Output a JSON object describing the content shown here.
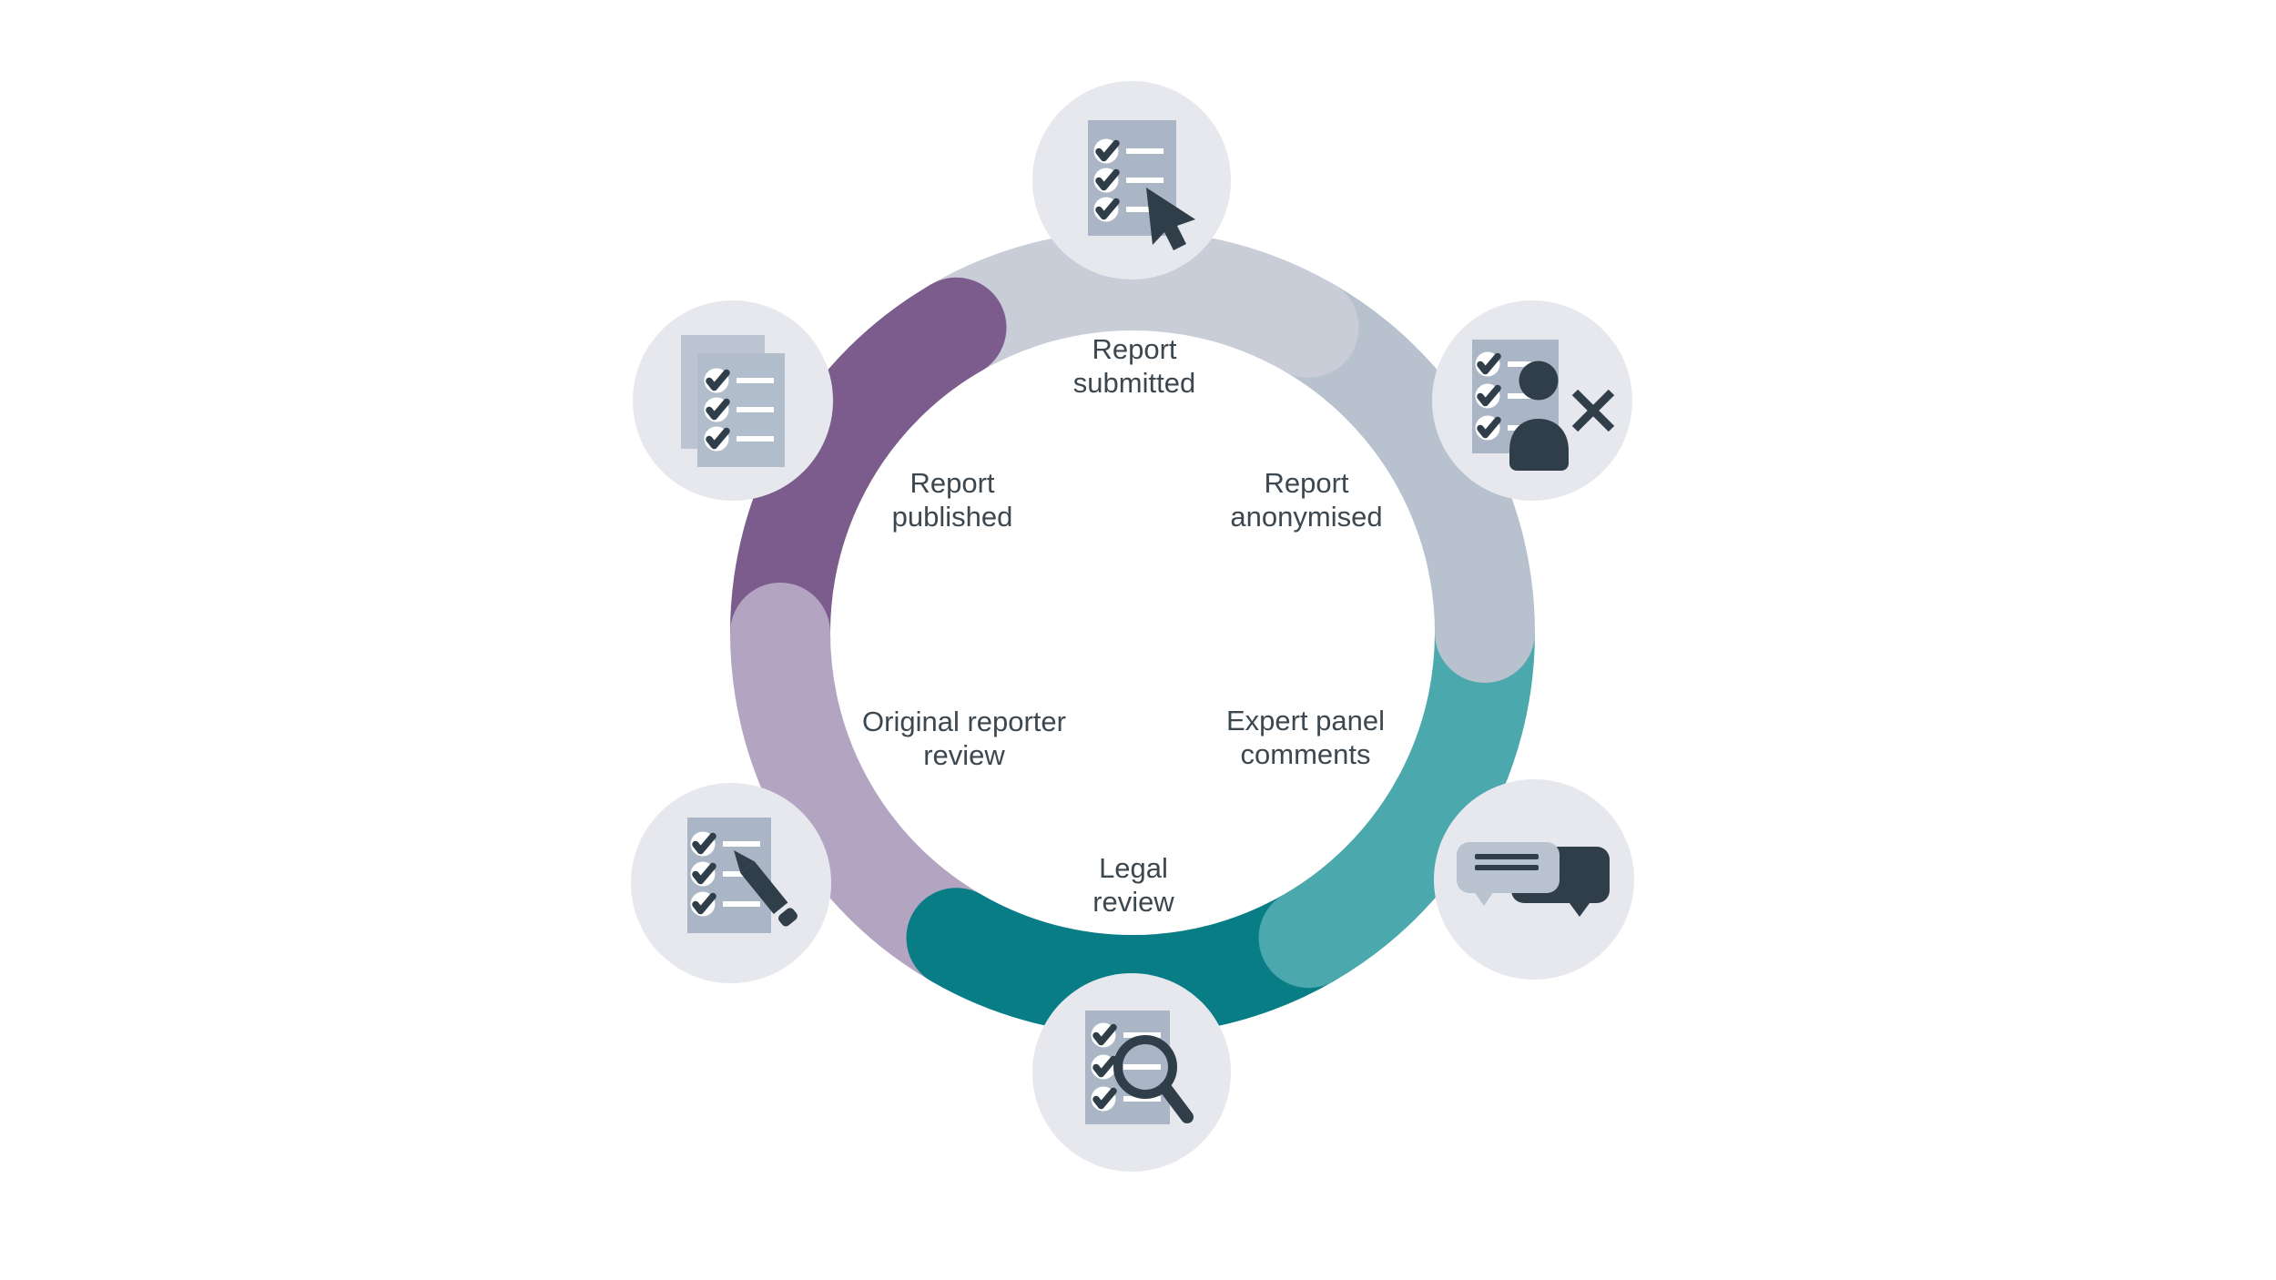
{
  "diagram": {
    "type": "cycle-diagram",
    "stages": [
      {
        "id": "report-submitted",
        "lines": [
          "Report",
          "submitted"
        ],
        "icon": "checklist-cursor-icon",
        "color": "#c9cdd8"
      },
      {
        "id": "report-anonymised",
        "lines": [
          "Report",
          "anonymised"
        ],
        "icon": "checklist-person-removed-icon",
        "color": "#b8c1ce"
      },
      {
        "id": "expert-panel-comments",
        "lines": [
          "Expert panel",
          "comments"
        ],
        "icon": "speech-bubbles-icon",
        "color": "#4ba8ac"
      },
      {
        "id": "legal-review",
        "lines": [
          "Legal",
          "review"
        ],
        "icon": "document-magnifier-icon",
        "color": "#087d86"
      },
      {
        "id": "original-reporter-review",
        "lines": [
          "Original reporter",
          "review"
        ],
        "icon": "document-pencil-icon",
        "color": "#b3a4c1"
      },
      {
        "id": "report-published",
        "lines": [
          "Report",
          "published"
        ],
        "icon": "document-copies-icon",
        "color": "#7b5c8c"
      }
    ],
    "colors": {
      "background": "#ffffff",
      "text": "#3c4750",
      "icon_circle": "#e6e8ee",
      "icon_dark": "#303e4a",
      "icon_doc": "#aab5c5",
      "icon_doc_light": "#b2bdcb",
      "icon_doc_back": "#bbc4d0",
      "bubble_light": "#b9c2cf",
      "row_fill": "#ffffff"
    }
  }
}
